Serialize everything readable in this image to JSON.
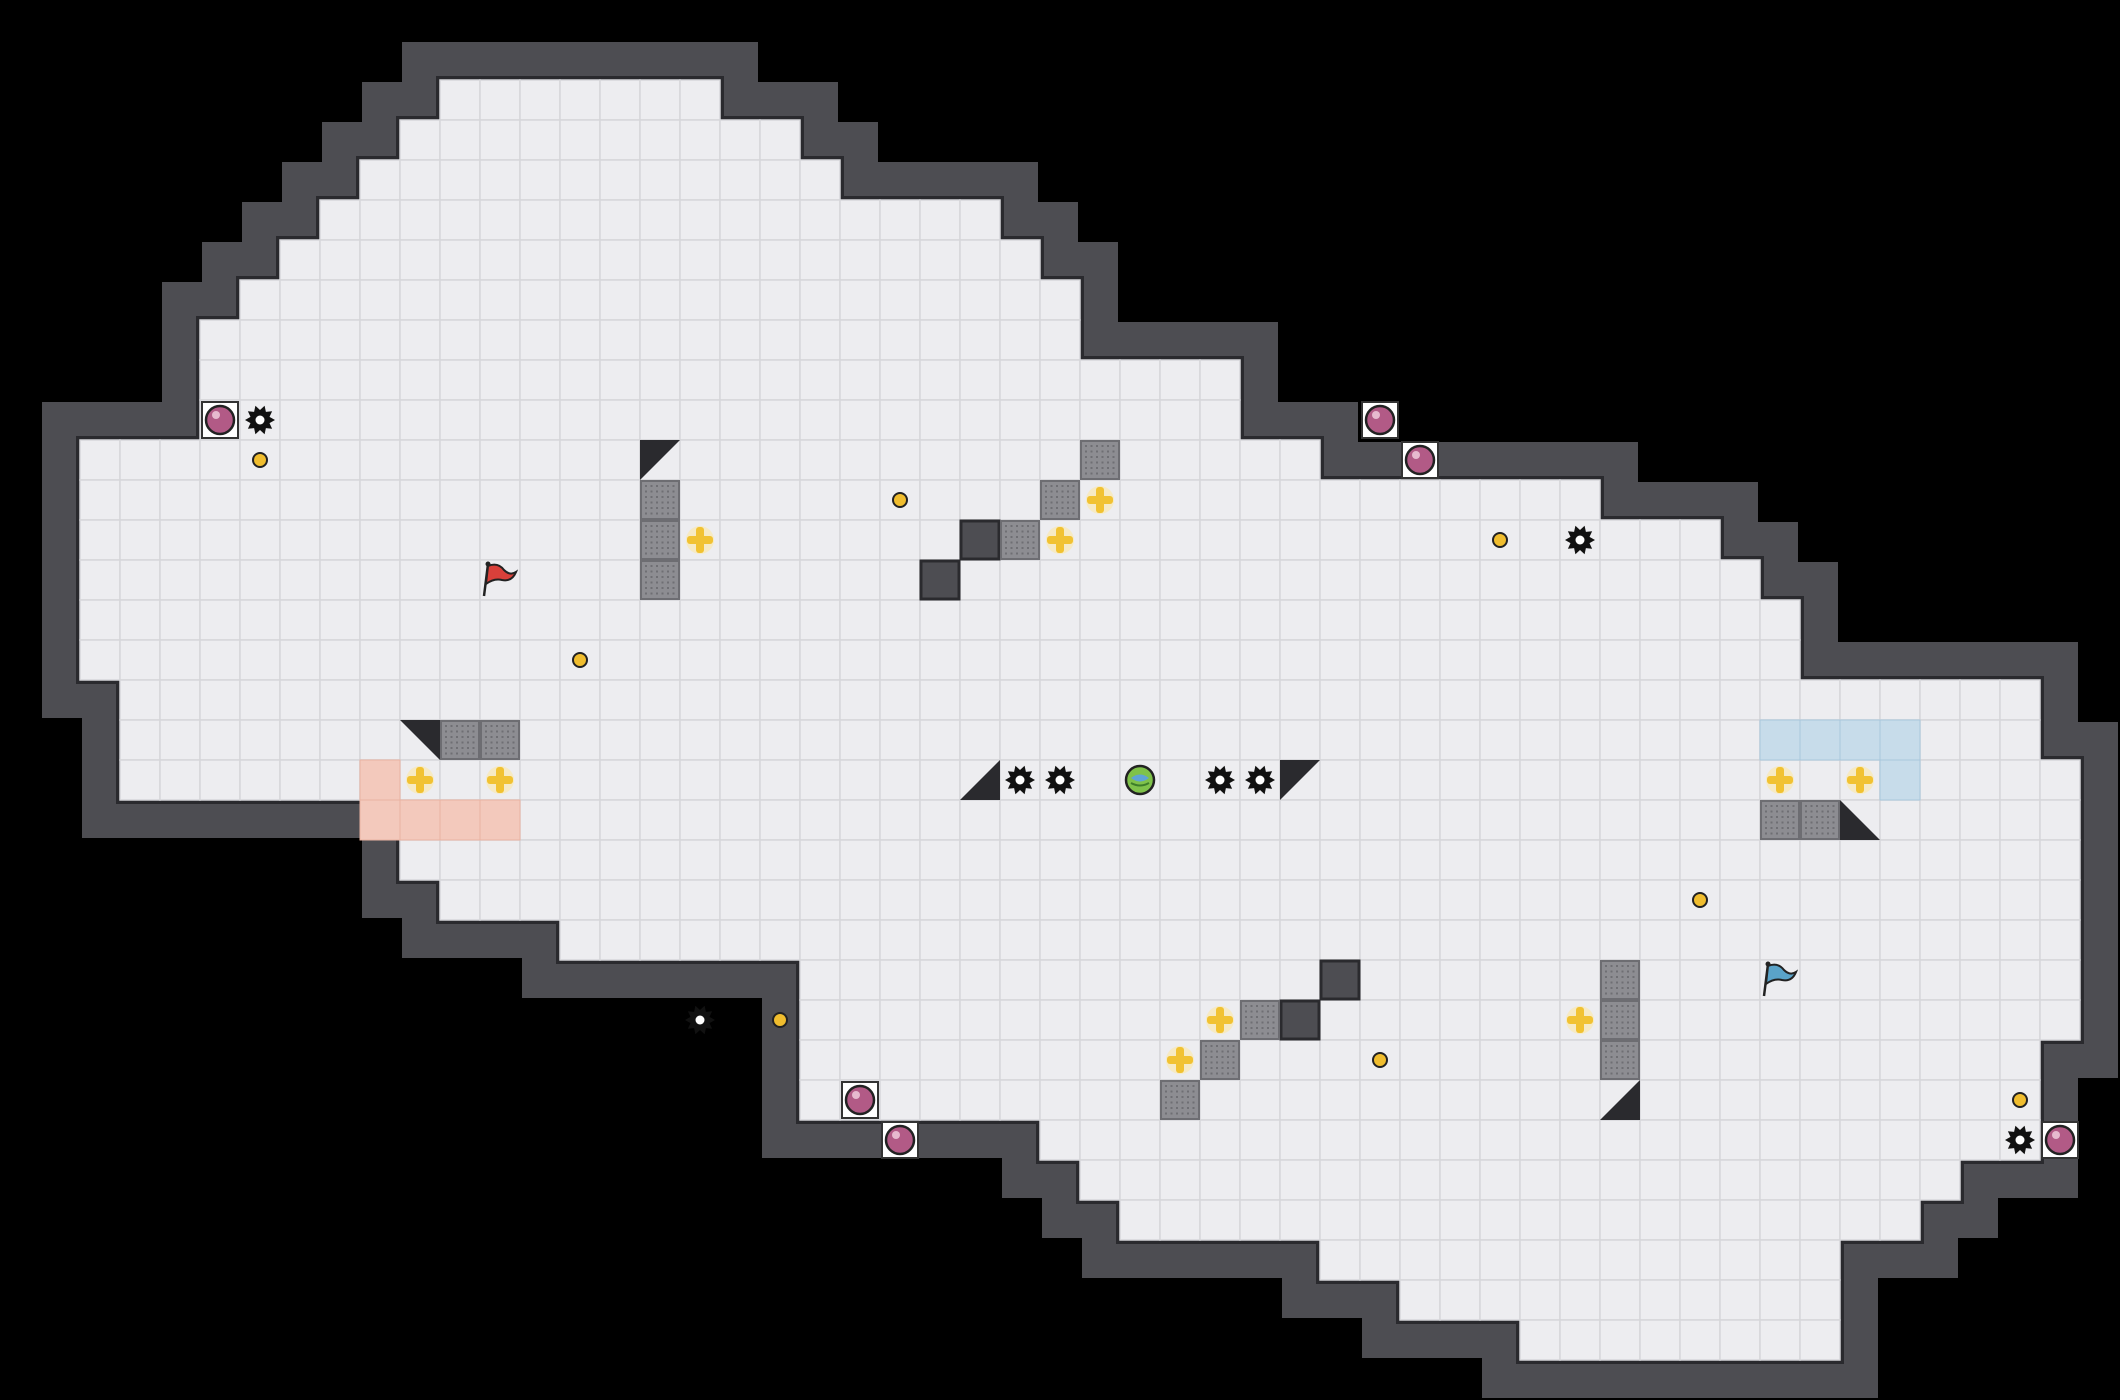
{
  "game": {
    "colors": {
      "background": "#000000",
      "floor": "#ededf0",
      "grid_line": "#d6d6da",
      "wall": "#4d4d52",
      "wall_dark": "#2a2a2e",
      "red_team_zone": "#f3c9bc",
      "blue_team_zone": "#c7dcea",
      "red_flag": "#d9403a",
      "blue_flag": "#5aa3c9",
      "boost": "#f1c232",
      "bomb": "#b25a86",
      "spike": "#111111",
      "ball_outer": "#7fc24a",
      "ball_inner": "#5fa3d6",
      "gate": "#8d8d92",
      "pellet": "#f0bd2e"
    },
    "objects": {
      "red_flag": {
        "icon": "red-flag-icon",
        "col": 10,
        "row": 12
      },
      "blue_flag": {
        "icon": "blue-flag-icon",
        "col": 42,
        "row": 22
      },
      "ball": {
        "icon": "ball-icon",
        "col": 26,
        "row": 17
      },
      "boosts": [
        [
          8,
          17
        ],
        [
          10,
          17
        ],
        [
          15,
          11
        ],
        [
          24,
          11
        ],
        [
          25,
          10
        ],
        [
          28,
          23
        ],
        [
          27,
          24
        ],
        [
          37,
          23
        ],
        [
          42,
          17
        ],
        [
          44,
          17
        ]
      ],
      "bombs": [
        [
          3,
          8
        ],
        [
          32,
          8
        ],
        [
          33,
          9
        ],
        [
          19,
          25
        ],
        [
          20,
          26
        ],
        [
          49,
          26
        ]
      ],
      "spikes": [
        [
          4,
          8
        ],
        [
          37,
          11
        ],
        [
          15,
          23
        ],
        [
          23,
          17
        ],
        [
          24,
          17
        ],
        [
          28,
          17
        ],
        [
          29,
          17
        ],
        [
          48,
          26
        ]
      ],
      "pellets": [
        [
          4,
          9
        ],
        [
          20,
          10
        ],
        [
          12,
          14
        ],
        [
          35,
          11
        ],
        [
          17,
          23
        ],
        [
          32,
          24
        ],
        [
          40,
          20
        ],
        [
          48,
          25
        ]
      ],
      "gates": [
        [
          14,
          10
        ],
        [
          14,
          11
        ],
        [
          14,
          12
        ],
        [
          25,
          9
        ],
        [
          24,
          10
        ],
        [
          23,
          11
        ],
        [
          9,
          16
        ],
        [
          10,
          16
        ],
        [
          29,
          23
        ],
        [
          28,
          24
        ],
        [
          27,
          25
        ],
        [
          38,
          22
        ],
        [
          38,
          23
        ],
        [
          38,
          24
        ],
        [
          42,
          18
        ],
        [
          43,
          18
        ]
      ],
      "wall_blocks": [
        [
          22,
          11
        ],
        [
          21,
          12
        ],
        [
          31,
          22
        ],
        [
          30,
          23
        ]
      ],
      "diagonals": [
        [
          14,
          9,
          "tl"
        ],
        [
          8,
          16,
          "tr"
        ],
        [
          22,
          17,
          "br"
        ],
        [
          30,
          17,
          "tl"
        ],
        [
          38,
          25,
          "br"
        ],
        [
          44,
          18,
          "bl"
        ]
      ],
      "red_zone": [
        [
          7,
          17
        ],
        [
          7,
          18
        ],
        [
          8,
          18
        ],
        [
          9,
          18
        ],
        [
          10,
          18
        ]
      ],
      "blue_zone": [
        [
          42,
          16
        ],
        [
          43,
          16
        ],
        [
          44,
          16
        ],
        [
          45,
          16
        ],
        [
          45,
          17
        ]
      ]
    }
  }
}
